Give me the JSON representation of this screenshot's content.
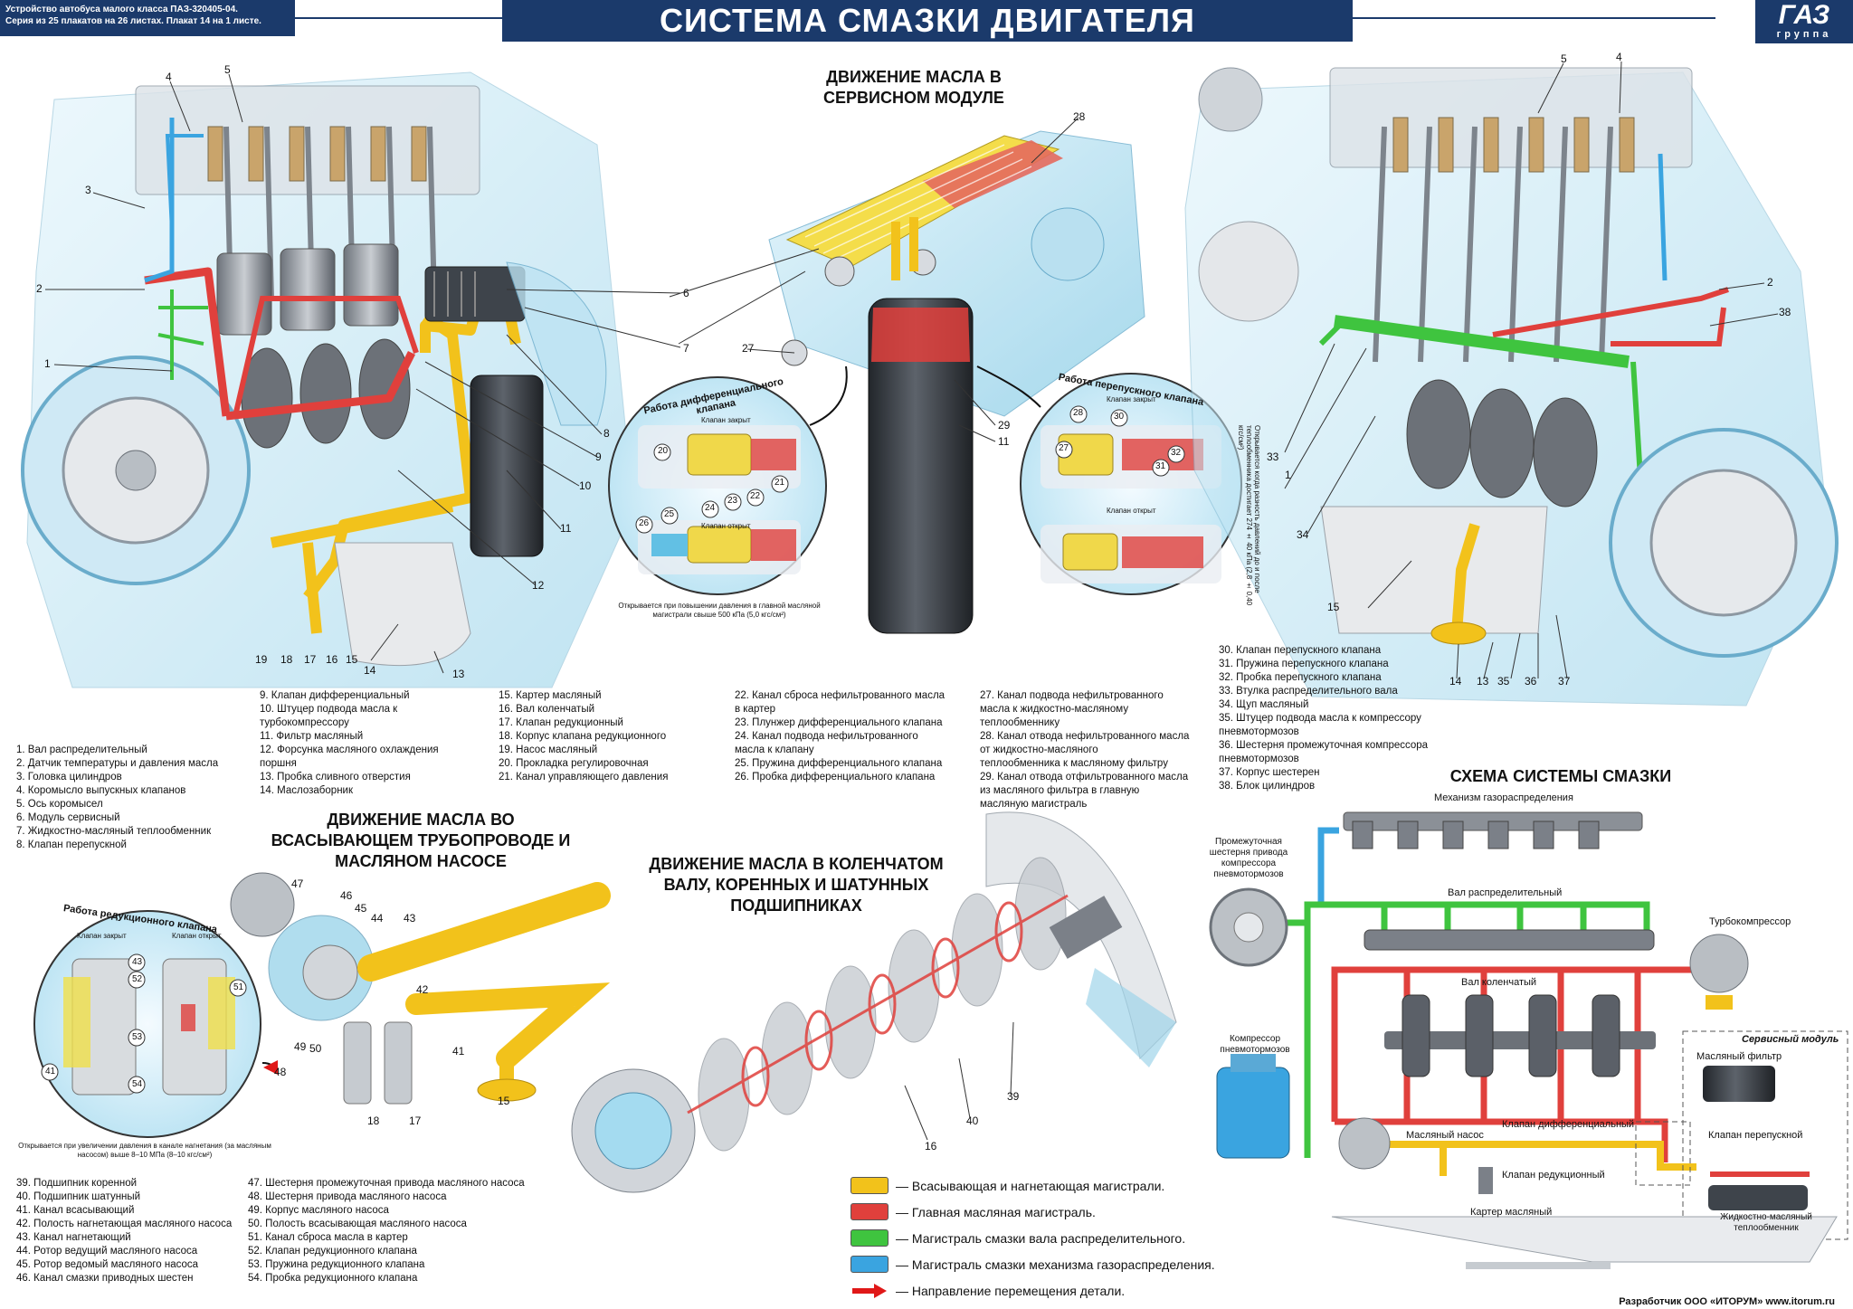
{
  "header": {
    "info_line1": "Устройство автобуса малого класса ПАЗ-320405-04.",
    "info_line2": "Серия из 25 плакатов на 26 листах. Плакат 14 на 1 листе.",
    "title": "СИСТЕМА СМАЗКИ ДВИГАТЕЛЯ",
    "logo_main": "ГАЗ",
    "logo_sub": "группа"
  },
  "sections": {
    "service_module": "ДВИЖЕНИЕ МАСЛА В СЕРВИСНОМ МОДУЛЕ",
    "suction": "ДВИЖЕНИЕ МАСЛА ВО ВСАСЫВАЮЩЕМ ТРУБОПРОВОДЕ И МАСЛЯНОМ НАСОСЕ",
    "crankshaft": "ДВИЖЕНИЕ МАСЛА В КОЛЕНЧАТОМ ВАЛУ, КОРЕННЫХ И ШАТУННЫХ ПОДШИПНИКАХ",
    "scheme": "СХЕМА СИСТЕМЫ СМАЗКИ"
  },
  "callouts": {
    "n1": "1",
    "n2": "2",
    "n3": "3",
    "n4": "4",
    "n5": "5",
    "n6": "6",
    "n7": "7",
    "n8": "8",
    "n9": "9",
    "n10": "10",
    "n11": "11",
    "n12": "12",
    "n13": "13",
    "n14": "14",
    "n15": "15",
    "n16": "16",
    "n17": "17",
    "n18": "18",
    "n19": "19",
    "n20": "20",
    "n21": "21",
    "n22": "22",
    "n23": "23",
    "n24": "24",
    "n25": "25",
    "n26": "26",
    "n27": "27",
    "n28": "28",
    "n29": "29",
    "n30": "30",
    "n31": "31",
    "n32": "32",
    "n33": "33",
    "n34": "34",
    "n35": "35",
    "n36": "36",
    "n37": "37",
    "n38": "38",
    "n39": "39",
    "n40": "40",
    "n41": "41",
    "n42": "42",
    "n43": "43",
    "n44": "44",
    "n45": "45",
    "n46": "46",
    "n47": "47",
    "n48": "48",
    "n49": "49",
    "n50": "50",
    "n51": "51",
    "n52": "52",
    "n53": "53",
    "n54": "54"
  },
  "circles": {
    "diff_title": "Работа дифференциального клапана",
    "diff_closed": "Клапан закрыт",
    "diff_open": "Клапан открыт",
    "diff_note": "Открывается при повышении давления в главной масляной магистрали свыше 500 кПа (5,0 кгс/см²)",
    "bypass_title": "Работа перепускного клапана",
    "bypass_closed": "Клапан закрыт",
    "bypass_open": "Клапан открыт",
    "bypass_note": "Открывается когда разность давлений до и после теплообменника достигает 274 ± 40 кПа (2,8 ± 0,40 кгс/см²)",
    "reduc_title": "Работа редукционного клапана",
    "reduc_closed": "Клапан закрыт",
    "reduc_open": "Клапан открыт",
    "reduc_note": "Открывается при увеличении давления в канале нагнетания (за масляным насосом) выше 8–10 МПа (8–10 кгс/см²)"
  },
  "legend": {
    "col1": [
      "1. Вал распределительный",
      "2. Датчик температуры и давления масла",
      "3. Головка цилиндров",
      "4. Коромысло выпускных клапанов",
      "5. Ось коромысел",
      "6. Модуль сервисный",
      "7. Жидкостно-масляный теплообменник",
      "8. Клапан перепускной"
    ],
    "col2": [
      "9. Клапан дифференциальный",
      "10. Штуцер подвода масла к",
      "     турбокомпрессору",
      "11. Фильтр масляный",
      "12. Форсунка масляного охлаждения",
      "     поршня",
      "13. Пробка сливного отверстия",
      "14. Маслозаборник"
    ],
    "col3": [
      "15. Картер масляный",
      "16. Вал коленчатый",
      "17. Клапан редукционный",
      "18. Корпус клапана редукционного",
      "19. Насос масляный",
      "20. Прокладка регулировочная",
      "21. Канал управляющего давления"
    ],
    "col4": [
      "22. Канал сброса нефильтрованного масла",
      "     в картер",
      "23. Плунжер дифференциального клапана",
      "24. Канал подвода нефильтрованного",
      "     масла к клапану",
      "25. Пружина дифференциального клапана",
      "26. Пробка дифференциального клапана"
    ],
    "col5": [
      "27. Канал подвода нефильтрованного",
      "     масла к жидкостно-масляному",
      "     теплообменнику",
      "28. Канал отвода нефильтрованного масла",
      "     от жидкостно-масляного",
      "     теплообменника к масляному фильтру",
      "29. Канал отвода отфильтрованного масла",
      "     из масляного фильтра в главную",
      "     масляную магистраль"
    ],
    "col6": [
      "30. Клапан перепускного клапана",
      "31. Пружина перепускного клапана",
      "32. Пробка перепускного клапана",
      "33. Втулка распределительного вала",
      "34. Щуп масляный",
      "35. Штуцер подвода масла к компрессору",
      "     пневмотормозов",
      "36. Шестерня промежуточная компрессора",
      "     пневмотормозов",
      "37. Корпус шестерен",
      "38. Блок цилиндров"
    ],
    "col7": [
      "39. Подшипник коренной",
      "40. Подшипник шатунный",
      "41. Канал всасывающий",
      "42. Полость нагнетающая масляного насоса",
      "43. Канал нагнетающий",
      "44. Ротор ведущий масляного насоса",
      "45. Ротор ведомый масляного насоса",
      "46. Канал смазки приводных шестен"
    ],
    "col8": [
      "47. Шестерня промежуточная привода масляного насоса",
      "48. Шестерня привода масляного насоса",
      "49. Корпус масляного насоса",
      "50. Полость всасывающая масляного насоса",
      "51. Канал сброса масла в картер",
      "52. Клапан редукционного клапана",
      "53. Пружина редукционного клапана",
      "54. Пробка редукционного клапана"
    ]
  },
  "color_key": [
    {
      "label": "— Всасывающая и нагнетающая магистрали.",
      "color": "#f2c21b"
    },
    {
      "label": "— Главная масляная магистраль.",
      "color": "#e0403c"
    },
    {
      "label": "— Магистраль смазки вала распределительного.",
      "color": "#3fc43f"
    },
    {
      "label": "— Магистраль смазки механизма газораспределения.",
      "color": "#3aa4e0"
    },
    {
      "label": "— Направление перемещения детали.",
      "color": "#e01818"
    }
  ],
  "scheme": {
    "timing": "Механизм газораспределения",
    "intermediate_gear": [
      "Промежуточная",
      "шестерня привода",
      "компрессора",
      "пневмотормозов"
    ],
    "camshaft": "Вал распределительный",
    "turbo": "Турбокомпрессор",
    "crankshaft": "Вал коленчатый",
    "compressor": [
      "Компрессор",
      "пневмотормозов"
    ],
    "service_module": "Сервисный модуль",
    "oil_filter": "Масляный фильтр",
    "diff_valve": "Клапан дифференциальный",
    "oil_pump": "Масляный насос",
    "bypass_valve": "Клапан перепускной",
    "reduction_valve": "Клапан редукционный",
    "oil_pan": "Картер масляный",
    "heat_exchanger": [
      "Жидкостно-масляный",
      "теплообменник"
    ]
  },
  "footer": {
    "developer": "Разработчик ООО «ИТОРУМ» www.itorum.ru"
  },
  "colors": {
    "navy": "#1b3a6b",
    "yellow": "#f2c21b",
    "red": "#e0403c",
    "green": "#3fc43f",
    "blue": "#3aa4e0",
    "ghost_blue": "#aee0f4",
    "gray": "#5a6068"
  }
}
